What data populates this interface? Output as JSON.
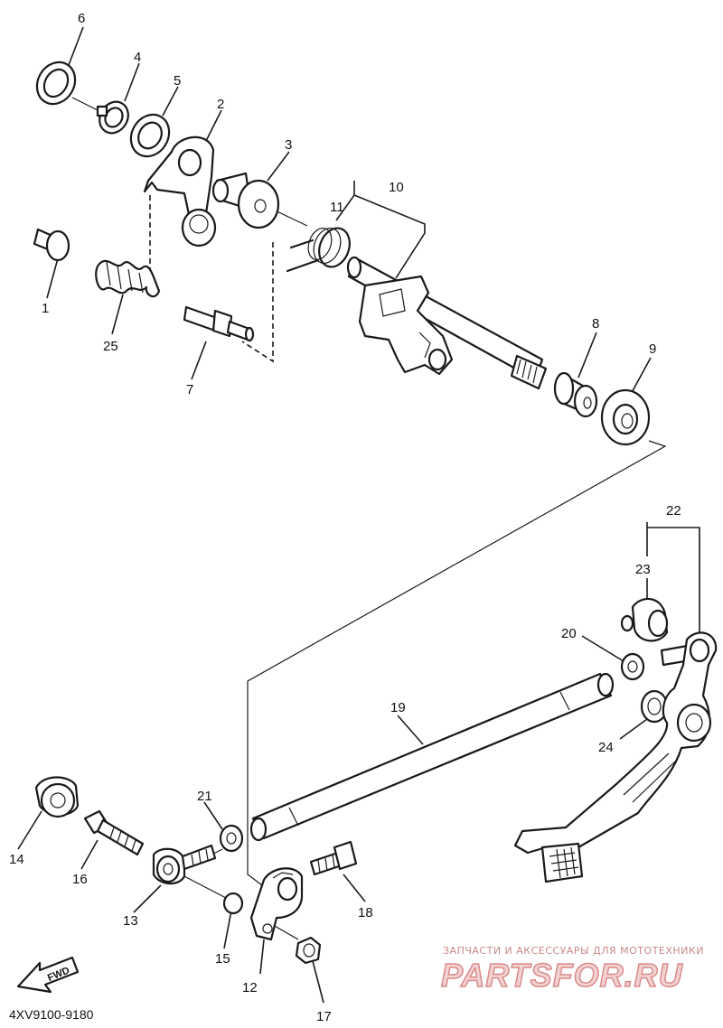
{
  "diagram_code": "4XV9100-9180",
  "fwd_label": "FWD",
  "watermark": {
    "caption": "ЗАПЧАСТИ И АКСЕССУАРЫ ДЛЯ МОТОТЕХНИКИ",
    "brand": "PARTSFOR.RU"
  },
  "callouts": [
    "1",
    "2",
    "3",
    "4",
    "5",
    "6",
    "7",
    "8",
    "9",
    "10",
    "11",
    "12",
    "13",
    "14",
    "15",
    "16",
    "17",
    "18",
    "19",
    "20",
    "21",
    "22",
    "23",
    "24",
    "25"
  ]
}
